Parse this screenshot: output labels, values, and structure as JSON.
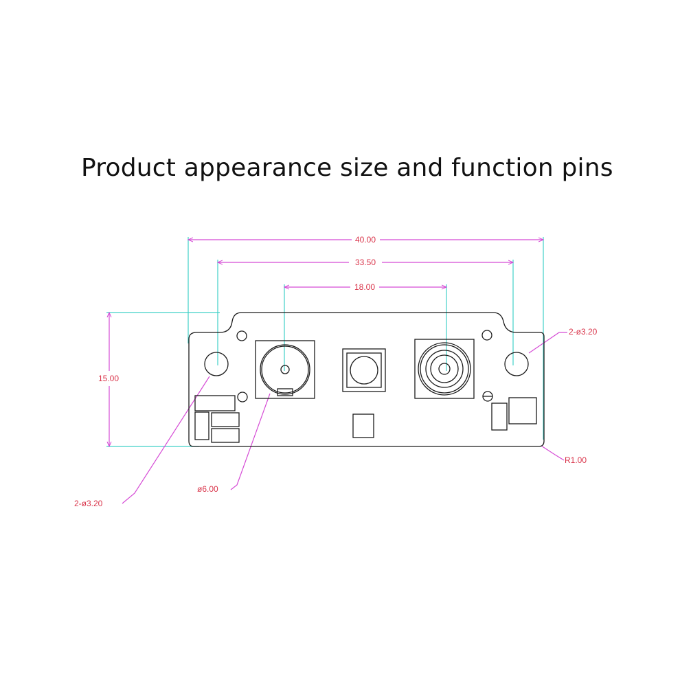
{
  "title": "Product appearance size and function pins",
  "dimensions": {
    "overall_width": "40.00",
    "hole_spacing": "33.50",
    "lens_spacing": "18.00",
    "height": "15.00",
    "mount_hole_left": "2-ø3.20",
    "mount_hole_right": "2-ø3.20",
    "lens_diameter": "ø6.00",
    "corner_radius": "R1.00"
  },
  "colors": {
    "dimension_line": "#d54bd5",
    "extension_line": "#3fd0c8",
    "dimension_text": "#d9344a",
    "outline": "#1a1a1a"
  }
}
